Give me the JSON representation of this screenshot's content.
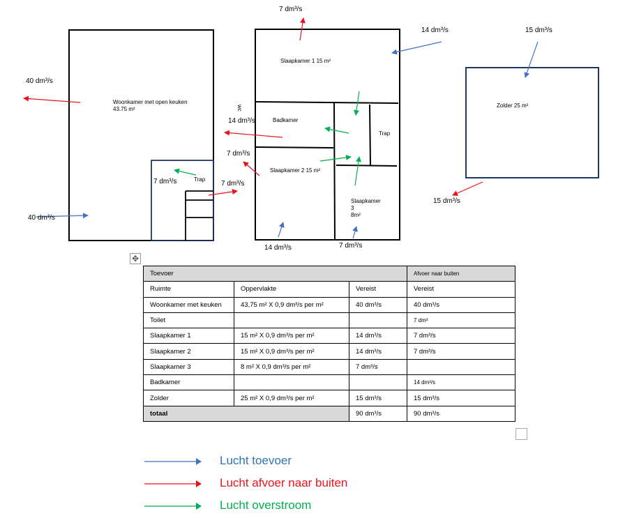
{
  "colors": {
    "supply": "#4472c4",
    "exhaust": "#e8141b",
    "overflow": "#00b050",
    "legend_supply_text": "#2e74b5"
  },
  "plan": {
    "ground_floor": {
      "room_label": "Woonkamer met open keuken",
      "room_area": "43.75 m²",
      "stairs_label": "Trap",
      "flow_exhaust": "40 dm³/s",
      "flow_supply": "40 dm³/s",
      "flow_stairs": "7 dm³/s",
      "flow_side": "7 dm³/s"
    },
    "first_floor": {
      "bedroom1": "Slaapkamer 1 15 m²",
      "wc": "wc",
      "bathroom": "Badkamer",
      "stairs_label": "Trap",
      "bedroom2": "Slaapkamer 2 15 m²",
      "bedroom3_line1": "Slaapkamer",
      "bedroom3_line2": "3",
      "bedroom3_line3": "8m²",
      "flow_top": "7 dm³/s",
      "flow_bath": "14 dm³/s",
      "flow_bed2": "7 dm³/s",
      "flow_bottom_left": "14 dm³/s",
      "flow_bottom_right": "7 dm³/s",
      "flow_bed1_supply": "14 dm³/s"
    },
    "attic": {
      "room_label": "Zolder 25 m²",
      "flow_supply": "15 dm³/s",
      "flow_exhaust": "15 dm³/s"
    }
  },
  "table": {
    "section_supply": "Toevoer",
    "section_exhaust": "Afvoer naar buiten",
    "headers": [
      "Ruimte",
      "Oppervlakte",
      "Vereist",
      "Vereist"
    ],
    "rows": [
      [
        "Woonkamer met keuken",
        "43,75 m²  X  0,9 dm³/s per m²",
        "40 dm³/s",
        "40 dm³/s"
      ],
      [
        "Toilet",
        "",
        "",
        "7 dm³"
      ],
      [
        "Slaapkamer 1",
        "15 m²  X  0,9 dm³/s per m²",
        "14 dm³/s",
        "7 dm³/s"
      ],
      [
        "Slaapkamer 2",
        "15 m²  X  0,9 dm³/s per m²",
        "14 dm³/s",
        "7 dm³/s"
      ],
      [
        "Slaapkamer 3",
        "8  m² X  0,9 dm³/s per m²",
        "7 dm³/s",
        ""
      ],
      [
        "Badkamer",
        "",
        "",
        "14 dm³/s"
      ],
      [
        "Zolder",
        "25 m²  X  0,9 dm³/s per m²",
        "15  dm³/s",
        "15 dm³/s"
      ]
    ],
    "total": {
      "label": "totaal",
      "supply": "90 dm³/s",
      "exhaust": "90  dm³/s"
    }
  },
  "legend": {
    "supply": "Lucht toevoer",
    "exhaust": "Lucht afvoer naar buiten",
    "overflow": "Lucht overstroom"
  }
}
